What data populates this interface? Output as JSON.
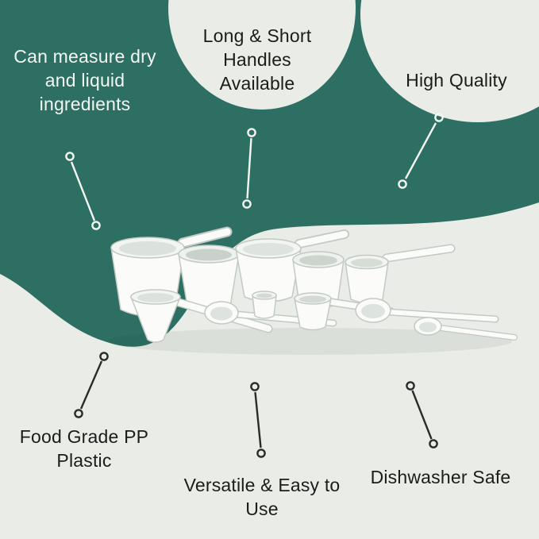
{
  "callouts": [
    {
      "id": "dry-liquid",
      "text": "Can measure dry and liquid ingredients"
    },
    {
      "id": "handles",
      "text": "Long & Short Handles Available"
    },
    {
      "id": "quality",
      "text": "High Quality"
    },
    {
      "id": "food-grade",
      "text": "Food Grade PP Plastic"
    },
    {
      "id": "versatile",
      "text": "Versatile & Easy to Use"
    },
    {
      "id": "dishwasher",
      "text": "Dishwasher Safe"
    }
  ],
  "colors": {
    "teal_background": "#2d6f62",
    "pale_background": "#e9ece7",
    "text_dark": "#1c1c1a",
    "text_light": "#f4f6f1",
    "connector_light": "#f4f6f2",
    "connector_dark": "#2b2b29",
    "product_white": "#fbfcfa"
  }
}
